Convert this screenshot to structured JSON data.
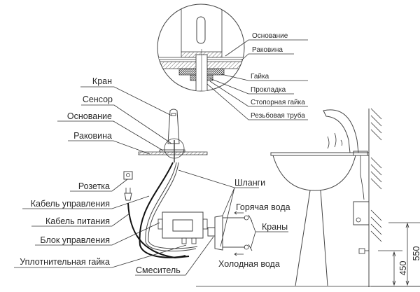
{
  "detail_labels": {
    "base": "Основание",
    "sink": "Раковина",
    "nut": "Гайка",
    "gasket": "Прокладка",
    "lock_nut": "Стопорная гайка",
    "threaded_pipe": "Резьбовая труба"
  },
  "left_labels": {
    "faucet": "Кран",
    "sensor": "Сенсор",
    "base": "Основание",
    "sink": "Раковина",
    "socket": "Розетка",
    "control_cable": "Кабель управления",
    "power_cable": "Кабель питания",
    "control_unit": "Блок управления",
    "sealing_nut": "Уплотнительная гайка"
  },
  "bottom_labels": {
    "mixer": "Смеситель",
    "hoses": "Шланги",
    "hot_water": "Горячая вода",
    "valves": "Краны",
    "cold_water": "Холодная вода"
  },
  "dimensions": {
    "height_1": "550",
    "height_2": "450"
  }
}
